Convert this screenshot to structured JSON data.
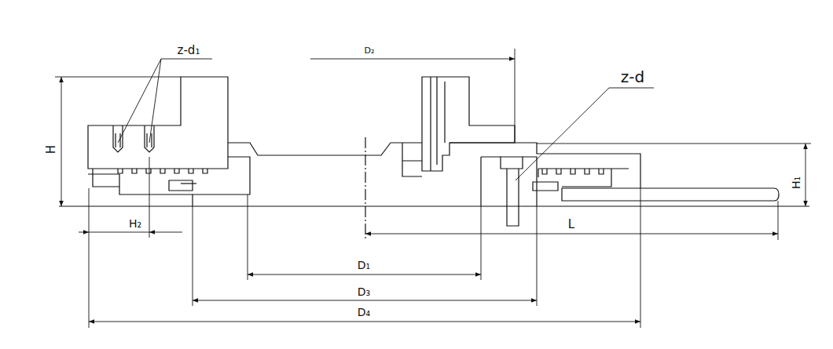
{
  "diagram": {
    "labels": [
      "z-d₁",
      "D₂",
      "z-d",
      "H",
      "H₁",
      "H₂",
      "L",
      "D₁",
      "D₃",
      "D₄"
    ]
  }
}
